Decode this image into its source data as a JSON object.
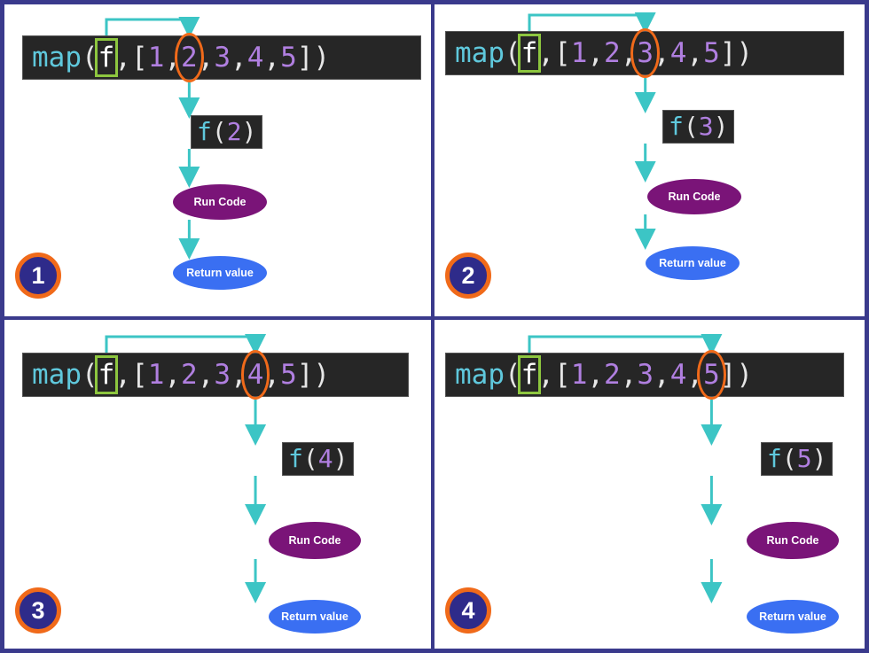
{
  "code": {
    "fn": "map",
    "open_paren": "(",
    "param": "f",
    "sep": ", ",
    "open_bracket": "[",
    "close": "])",
    "numbers": [
      "1",
      "2",
      "3",
      "4",
      "5"
    ]
  },
  "call": {
    "fn": "f",
    "open": "(",
    "close": ")"
  },
  "labels": {
    "run": "Run Code",
    "ret": "Return value"
  },
  "panels": [
    {
      "badge": "1",
      "highlight_index": 1,
      "arg": "2"
    },
    {
      "badge": "2",
      "highlight_index": 2,
      "arg": "3"
    },
    {
      "badge": "3",
      "highlight_index": 3,
      "arg": "4"
    },
    {
      "badge": "4",
      "highlight_index": 4,
      "arg": "5"
    }
  ],
  "colors": {
    "frame": "#3a3a8c",
    "code_bg": "#262626",
    "fn": "#5fc8dc",
    "number": "#b07fe0",
    "param_box": "#8dc63f",
    "highlight_ring": "#f06a1a",
    "arrow": "#3cc5c5",
    "run_oval": "#7a1478",
    "return_oval": "#3a6ff2",
    "badge_fill": "#2e2b8a"
  }
}
